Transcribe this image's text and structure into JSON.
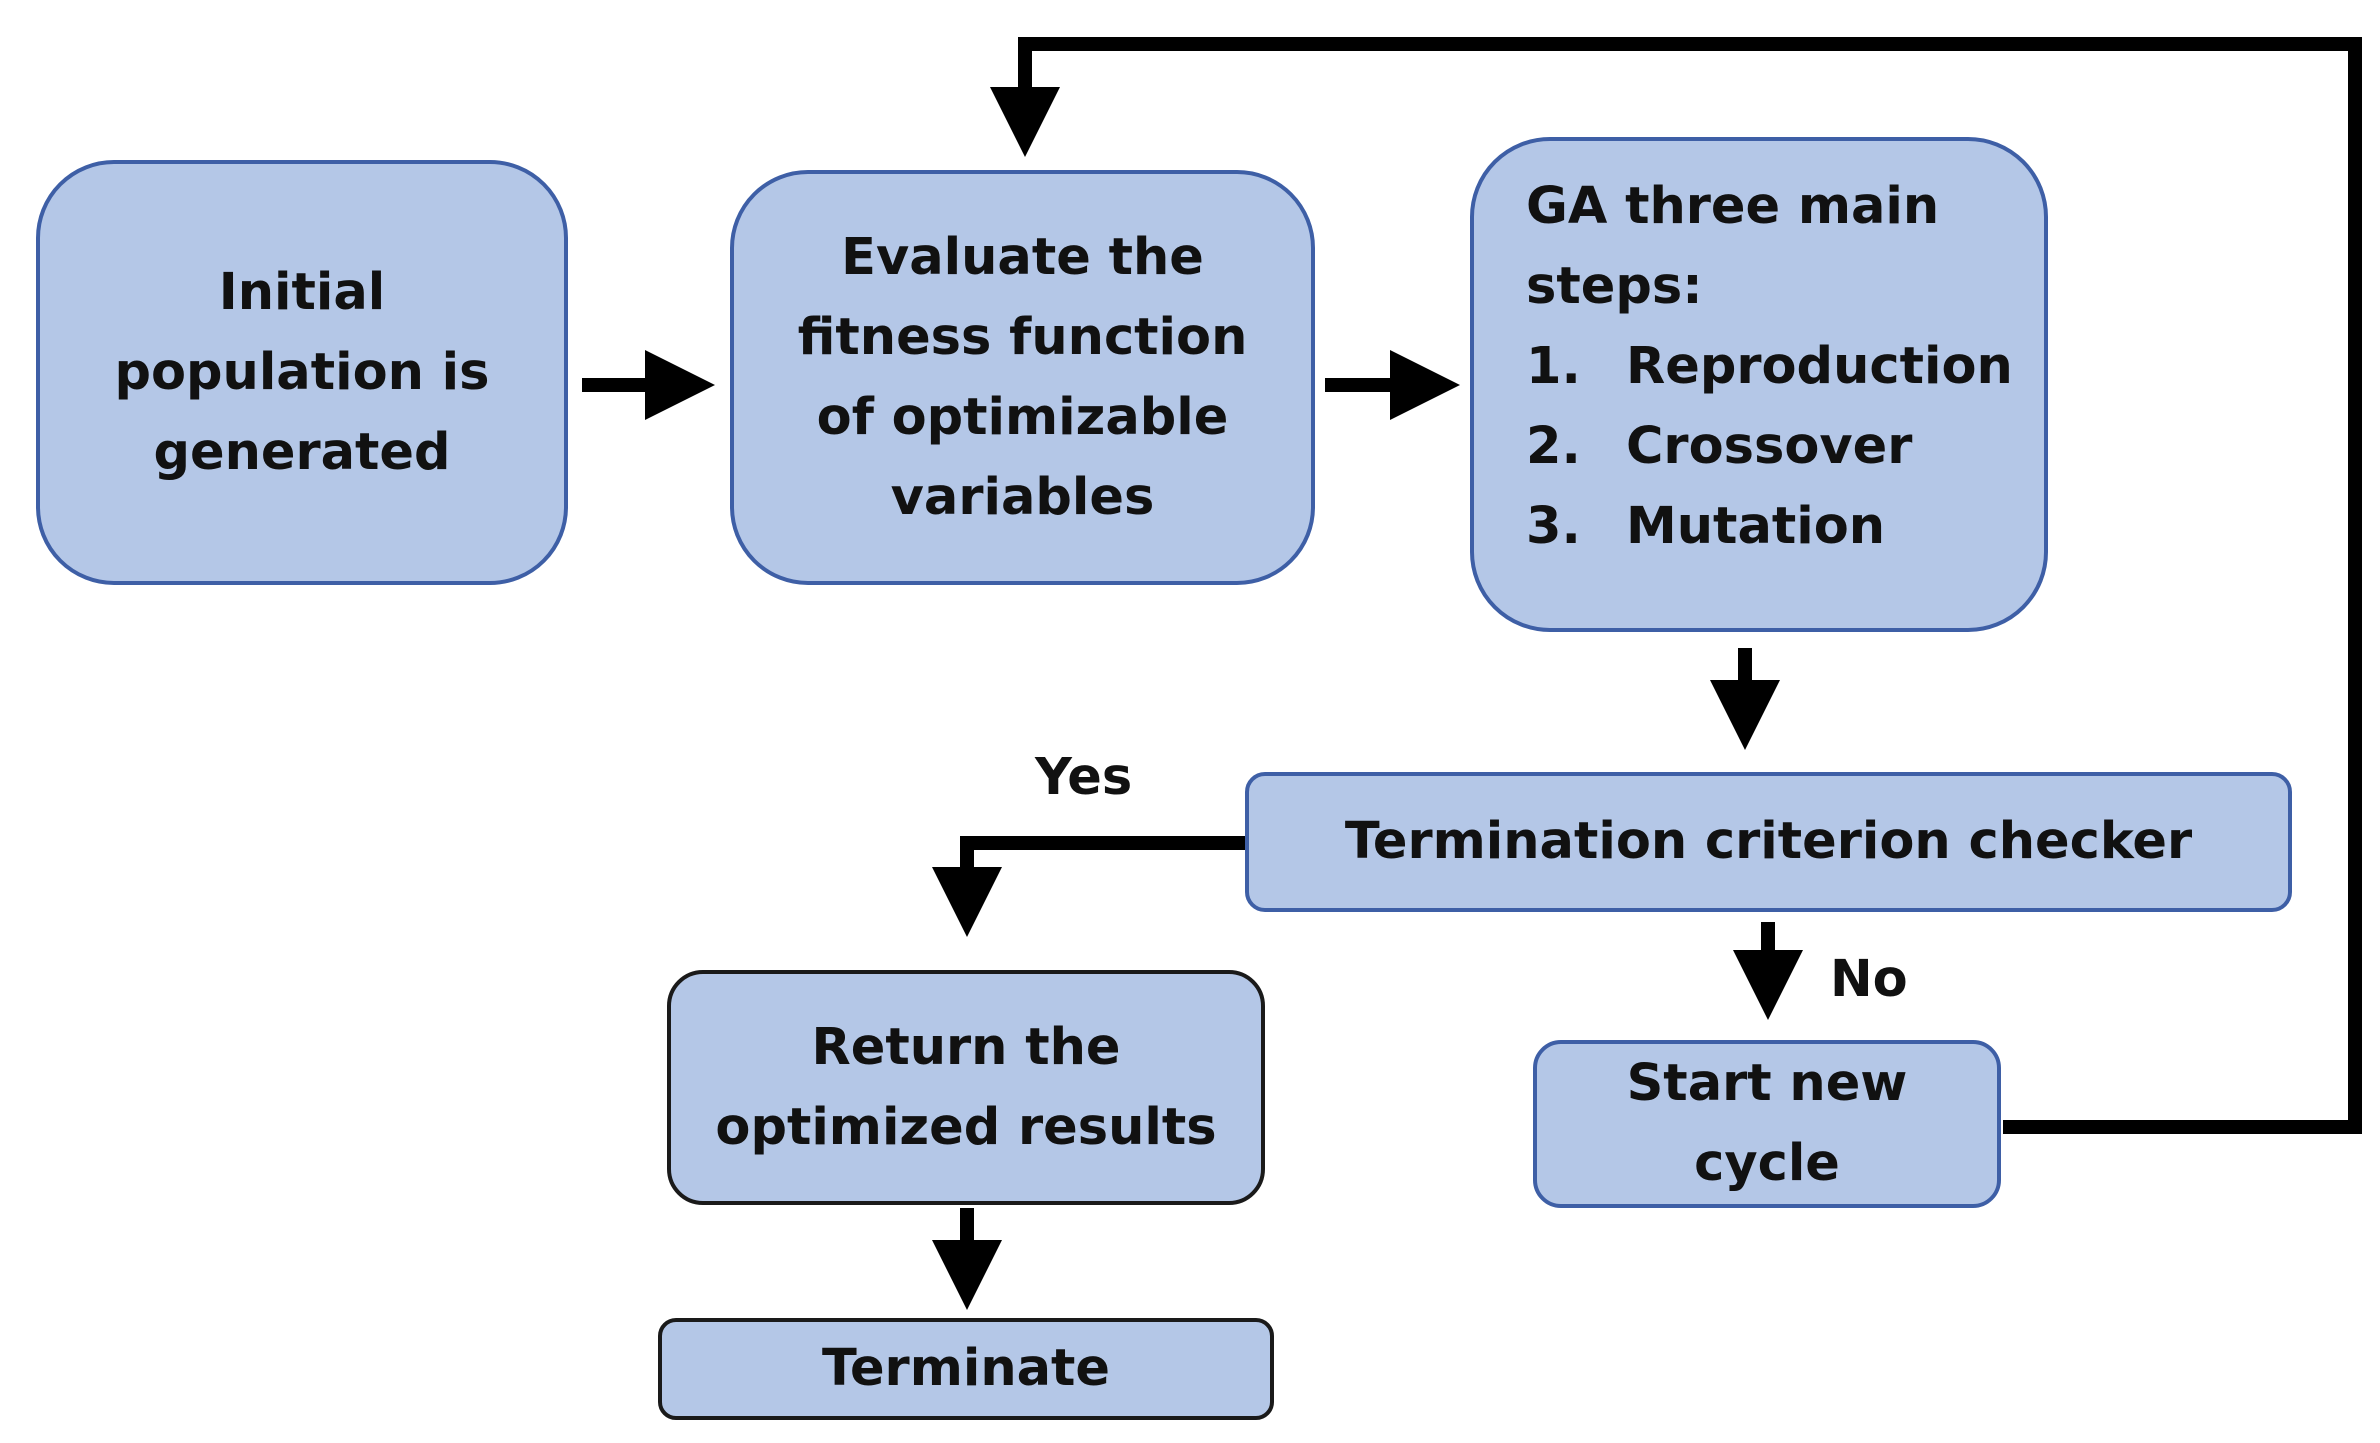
{
  "nodes": {
    "initial": "Initial population is generated",
    "evaluate": "Evaluate the fitness function of optimizable variables",
    "ga_title": "GA three main steps:",
    "ga_steps": [
      {
        "num": "1.",
        "text": "Reproduction"
      },
      {
        "num": "2.",
        "text": "Crossover"
      },
      {
        "num": "3.",
        "text": "Mutation"
      }
    ],
    "termination": "Termination criterion checker",
    "return": "Return the optimized results",
    "start_new": "Start new cycle",
    "terminate": "Terminate"
  },
  "labels": {
    "yes": "Yes",
    "no": "No"
  },
  "colors": {
    "box_fill": "#b4c7e7",
    "box_border_blue": "#3e5fa6",
    "box_border_dark": "#1a1a1a",
    "arrow": "#000000"
  }
}
